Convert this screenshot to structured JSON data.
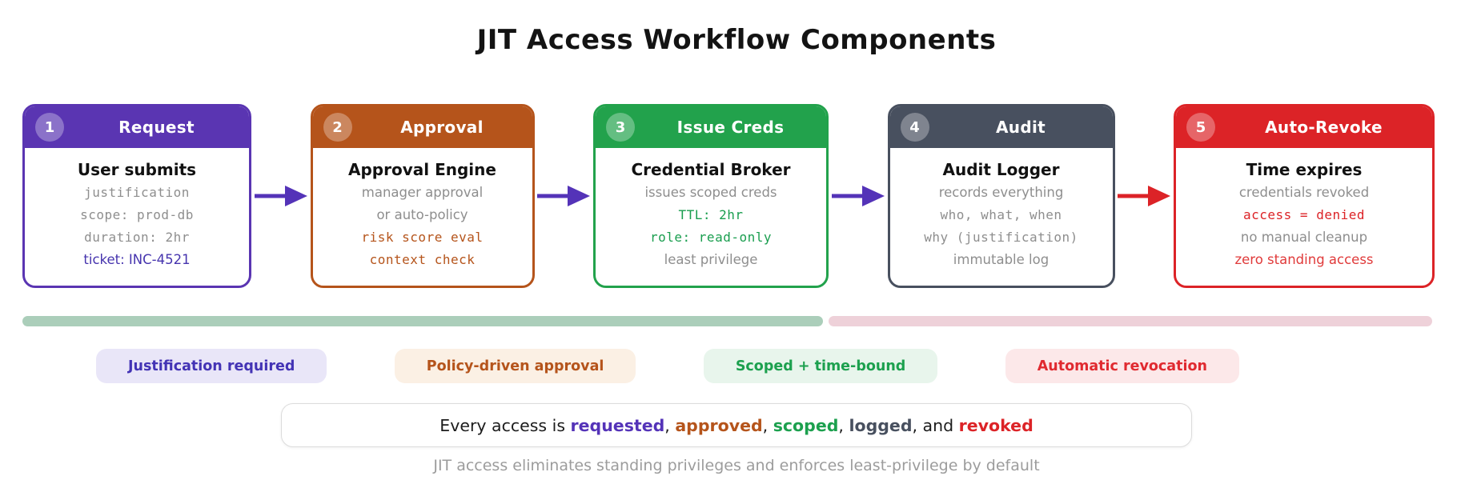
{
  "title": "JIT Access Workflow Components",
  "stages": [
    {
      "number": "1",
      "name": "Request",
      "color": "#5a35b2",
      "title": "User submits",
      "lines": [
        {
          "text": "justification",
          "color": "#8e8e8e"
        },
        {
          "text": "scope: prod-db",
          "color": "#8e8e8e"
        },
        {
          "text": "duration: 2hr",
          "color": "#8e8e8e"
        },
        {
          "text": "ticket: INC-4521",
          "color": "#4634ae"
        }
      ]
    },
    {
      "number": "2",
      "name": "Approval",
      "color": "#b5541b",
      "title": "Approval Engine",
      "lines": [
        {
          "text": "manager approval",
          "color": "#8e8e8e"
        },
        {
          "text": "or auto-policy",
          "color": "#8e8e8e"
        },
        {
          "text": "risk score eval",
          "color": "#b5541b"
        },
        {
          "text": "context check",
          "color": "#b5541b"
        }
      ]
    },
    {
      "number": "3",
      "name": "Issue Creds",
      "color": "#22a24c",
      "title": "Credential Broker",
      "lines": [
        {
          "text": "issues scoped creds",
          "color": "#8e8e8e"
        },
        {
          "text": "TTL: 2hr",
          "color": "#1a9e4f"
        },
        {
          "text": "role: read-only",
          "color": "#1a9e4f"
        },
        {
          "text": "least privilege",
          "color": "#8e8e8e"
        }
      ]
    },
    {
      "number": "4",
      "name": "Audit",
      "color": "#48505f",
      "title": "Audit Logger",
      "lines": [
        {
          "text": "records everything",
          "color": "#8e8e8e"
        },
        {
          "text": "who, what, when",
          "color": "#8e8e8e"
        },
        {
          "text": "why (justification)",
          "color": "#8e8e8e"
        },
        {
          "text": "immutable log",
          "color": "#8e8e8e"
        }
      ]
    },
    {
      "number": "5",
      "name": "Auto-Revoke",
      "color": "#dc2327",
      "title": "Time expires",
      "lines": [
        {
          "text": "credentials revoked",
          "color": "#8e8e8e"
        },
        {
          "text": "access = denied",
          "color": "#dc2327"
        },
        {
          "text": "no manual cleanup",
          "color": "#8e8e8e"
        },
        {
          "text": "zero standing access",
          "color": "#e03a3a"
        }
      ]
    }
  ],
  "arrows": [
    {
      "color": "#5433b8"
    },
    {
      "color": "#5433b8"
    },
    {
      "color": "#5433b8"
    },
    {
      "color": "#dc2327"
    }
  ],
  "progress_bar": {
    "segments": [
      {
        "color": "#abceba",
        "width": "56.8%"
      },
      {
        "color": "#eed1d9"
      }
    ]
  },
  "badges": [
    {
      "label": "Justification required",
      "text_color": "#4333b5",
      "bg_color": "#e9e6f8"
    },
    {
      "label": "Policy-driven approval",
      "text_color": "#b5541b",
      "bg_color": "#fbf0e4"
    },
    {
      "label": "Scoped + time-bound",
      "text_color": "#1ca04e",
      "bg_color": "#e8f5ec"
    },
    {
      "label": "Automatic revocation",
      "text_color": "#e02a30",
      "bg_color": "#fce8e9"
    }
  ],
  "summary": {
    "segments": [
      {
        "text": "Every access is ",
        "color": "#1c1c1c",
        "bold": false
      },
      {
        "text": "requested",
        "color": "#5433b8",
        "bold": true
      },
      {
        "text": ", ",
        "color": "#1c1c1c",
        "bold": false
      },
      {
        "text": "approved",
        "color": "#b5541b",
        "bold": true
      },
      {
        "text": ", ",
        "color": "#1c1c1c",
        "bold": false
      },
      {
        "text": "scoped",
        "color": "#1ca04e",
        "bold": true
      },
      {
        "text": ", ",
        "color": "#1c1c1c",
        "bold": false
      },
      {
        "text": "logged",
        "color": "#48505f",
        "bold": true
      },
      {
        "text": ", and ",
        "color": "#1c1c1c",
        "bold": false
      },
      {
        "text": "revoked",
        "color": "#dc2327",
        "bold": true
      }
    ]
  },
  "footer": "JIT access eliminates standing privileges and enforces least-privilege by default"
}
